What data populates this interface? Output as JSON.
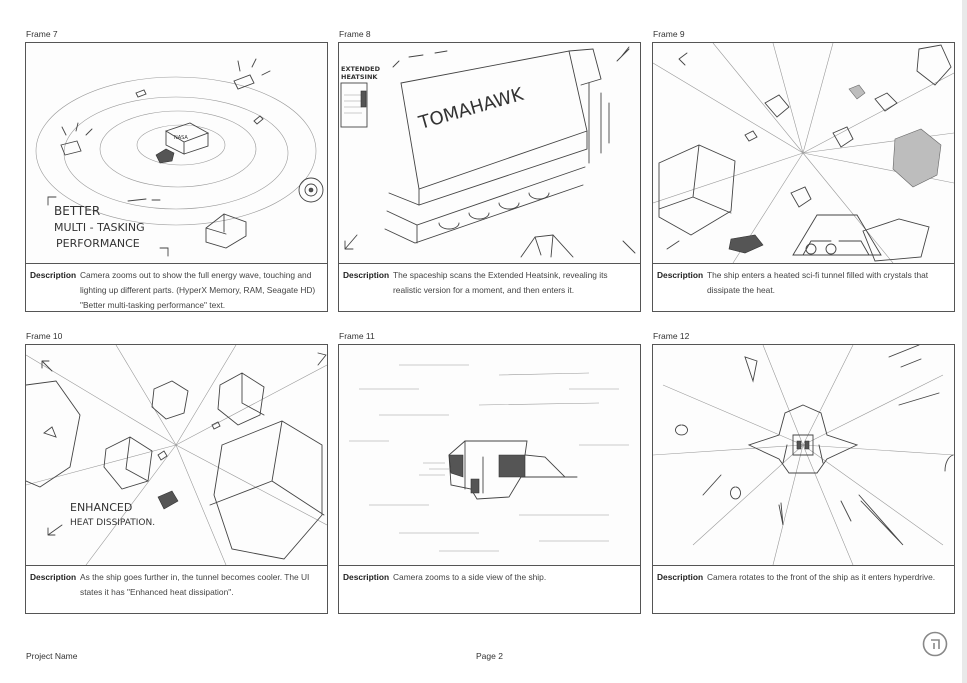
{
  "frames": [
    {
      "label": "Frame 7",
      "description_label": "Description",
      "description": "Camera zooms out to show the full energy wave, touching and lighting up different parts. (HyperX Memory, RAM, Seagate HD) \"Better multi-tasking performance\" text."
    },
    {
      "label": "Frame 8",
      "description_label": "Description",
      "description": "The spaceship scans the Extended Heatsink, revealing its realistic version for a moment, and then enters it."
    },
    {
      "label": "Frame 9",
      "description_label": "Description",
      "description": "The ship enters a heated sci-fi tunnel filled with crystals that dissipate the heat."
    },
    {
      "label": "Frame 10",
      "description_label": "Description",
      "description": "As the ship goes further in, the tunnel becomes cooler. The UI states it has \"Enhanced heat dissipation\"."
    },
    {
      "label": "Frame 11",
      "description_label": "Description",
      "description": "Camera zooms to a side view of the ship."
    },
    {
      "label": "Frame 12",
      "description_label": "Description",
      "description": "Camera rotates to the front of the ship as it enters hyperdrive."
    }
  ],
  "sketch_text": {
    "frame7_line1": "BETTER",
    "frame7_line2": "MULTI - TASKING",
    "frame7_line3": "PERFORMANCE",
    "frame8_title": "TOMAHAWK",
    "frame8_tag_line1": "EXTENDED",
    "frame8_tag_line2": "HEATSINK",
    "frame10_line1": "ENHANCED",
    "frame10_line2": "HEAT DISSIPATION."
  },
  "footer": {
    "project": "Project Name",
    "page": "Page 2",
    "logo_icon": "corner-bracket-logo-icon"
  }
}
